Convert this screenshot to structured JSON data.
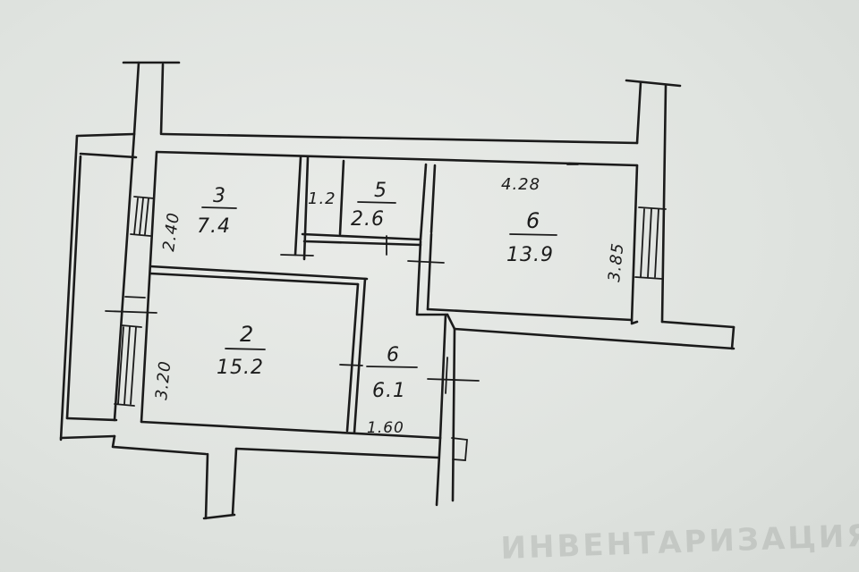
{
  "rooms": [
    {
      "number": "3",
      "area": "7.4"
    },
    {
      "number": "5",
      "area": "2.6"
    },
    {
      "number": "6",
      "area": "13.9"
    },
    {
      "number": "2",
      "area": "15.2"
    },
    {
      "number": "6",
      "area": "6.1"
    }
  ],
  "dimensions": {
    "room3_height": "2.40",
    "room5_width": "1.2",
    "room6_width": "4.28",
    "room6_height": "3.85",
    "room2_height": "3.20",
    "corridor_width": "1.60"
  },
  "background_text": "ИНВЕНТАРИЗАЦИЯ"
}
